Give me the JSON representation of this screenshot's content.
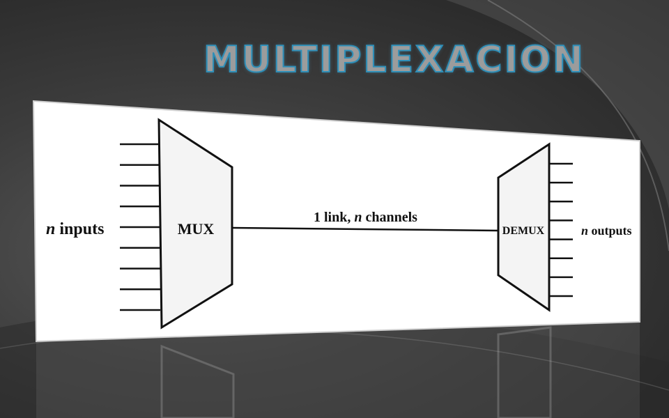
{
  "slide": {
    "title": "MULTIPLEXACION"
  },
  "diagram": {
    "input_label_var": "n",
    "input_label_text": " inputs",
    "mux_label": "MUX",
    "link_label_prefix": "1 link, ",
    "link_label_var": "n",
    "link_label_suffix": " channels",
    "demux_label": "DEMUX",
    "output_label_var": "n",
    "output_label_text": " outputs",
    "input_count": 9,
    "output_count": 8
  },
  "colors": {
    "title_fill": "#9c9c9c",
    "title_stroke": "#2f8fb8",
    "panel": "#ffffff",
    "line": "#111111",
    "block_fill": "#f4f4f4"
  }
}
